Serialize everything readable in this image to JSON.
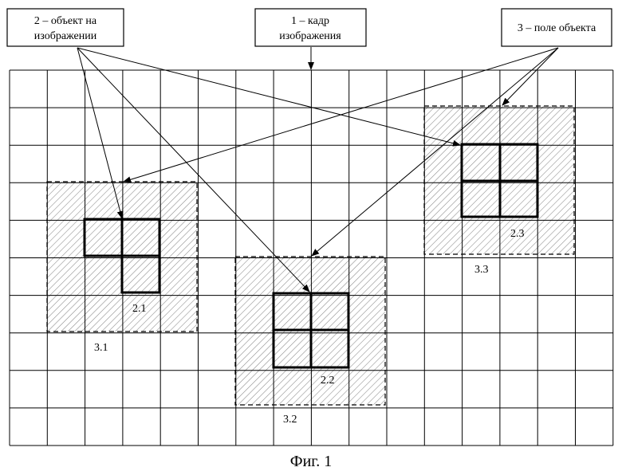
{
  "callouts": {
    "frame": {
      "line1": "1 – кадр",
      "line2": "изображения"
    },
    "object": {
      "line1": "2 – объект на",
      "line2": "изображении"
    },
    "field": {
      "line1": "3 – поле объекта"
    }
  },
  "objects": [
    {
      "label": "2.1",
      "field_label": "3.1"
    },
    {
      "label": "2.2",
      "field_label": "3.2"
    },
    {
      "label": "2.3",
      "field_label": "3.3"
    }
  ],
  "caption": "Фиг. 1"
}
